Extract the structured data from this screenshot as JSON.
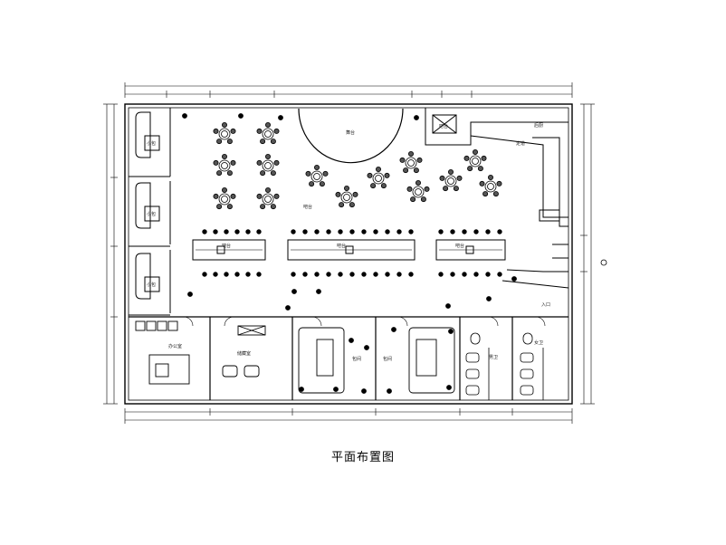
{
  "drawing": {
    "title": "平面布置图"
  },
  "room_labels": {
    "stage": "舞台",
    "counter_1": "吧台",
    "counter_2": "吧台",
    "bar_left": "吧台",
    "bar_mid": "吧台",
    "bar_right": "吧台",
    "kitchen": "后厨",
    "corridor": "走道",
    "private_a": "小包",
    "private_b": "小包",
    "private_c": "小包",
    "office": "办公室",
    "storage": "储藏室",
    "vip_1": "包间",
    "vip_2": "包间",
    "wc_m": "男卫",
    "wc_f": "女卫",
    "entrance": "入口"
  }
}
